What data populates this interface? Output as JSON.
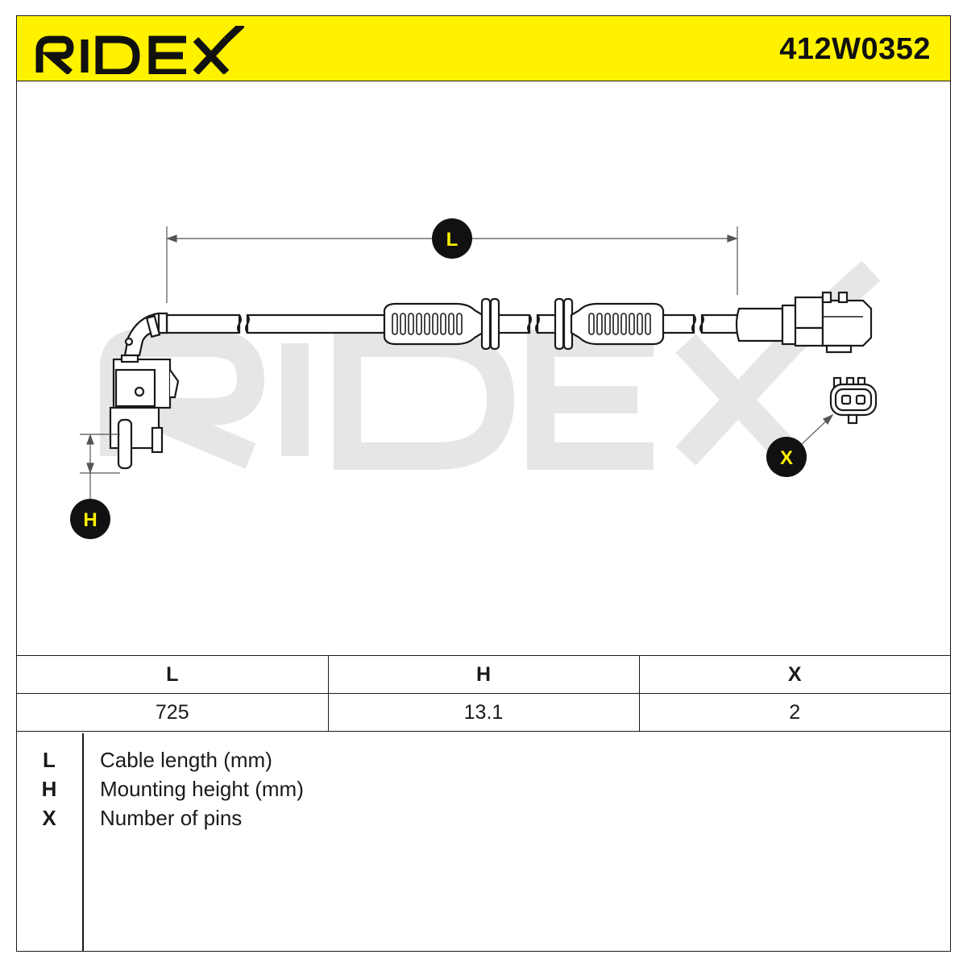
{
  "header": {
    "brand": "RIDEX",
    "part_number": "412W0352",
    "brand_color": "#fff200"
  },
  "drawing": {
    "watermark": "RIDEX",
    "callouts": {
      "length": "L",
      "height": "H",
      "pins": "X"
    }
  },
  "table": {
    "headers": [
      "L",
      "H",
      "X"
    ],
    "values": [
      "725",
      "13.1",
      "2"
    ]
  },
  "legend": [
    {
      "key": "L",
      "text": "Cable length (mm)"
    },
    {
      "key": "H",
      "text": "Mounting height (mm)"
    },
    {
      "key": "X",
      "text": "Number of pins"
    }
  ]
}
